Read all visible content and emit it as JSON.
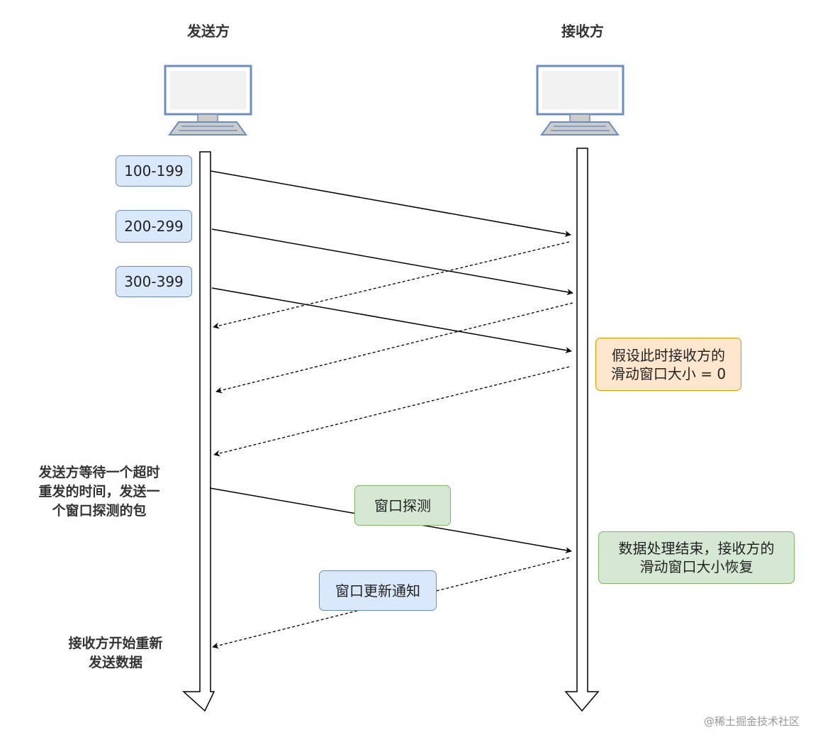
{
  "actors": {
    "sender": {
      "title": "发送方",
      "icon": "computer-icon"
    },
    "receiver": {
      "title": "接收方",
      "icon": "computer-icon"
    }
  },
  "segments": [
    {
      "label": "100-199"
    },
    {
      "label": "200-299"
    },
    {
      "label": "300-399"
    }
  ],
  "notes": {
    "window_zero": {
      "line1": "假设此时接收方的",
      "line2": "滑动窗口大小 = 0"
    },
    "window_restored": {
      "line1": "数据处理结束，接收方的",
      "line2": "滑动窗口大小恢复"
    },
    "timeout_probe": {
      "line1": "发送方等待一个超时",
      "line2": "重发的时间，发送一",
      "line3": "个窗口探测的包"
    },
    "resume": {
      "line1": "接收方开始重新",
      "line2": "发送数据"
    }
  },
  "messages": {
    "window_probe": "窗口探测",
    "window_update": "窗口更新通知"
  },
  "watermark": "@稀土掘金技术社区",
  "colors": {
    "blue_fill": "#dae8fc",
    "blue_stroke": "#6c8ebf",
    "orange_fill": "#ffe6cc",
    "orange_stroke": "#d79b00",
    "green_fill": "#d5e8d4",
    "green_stroke": "#82b366",
    "monitor_stroke": "#6c8ebf"
  }
}
